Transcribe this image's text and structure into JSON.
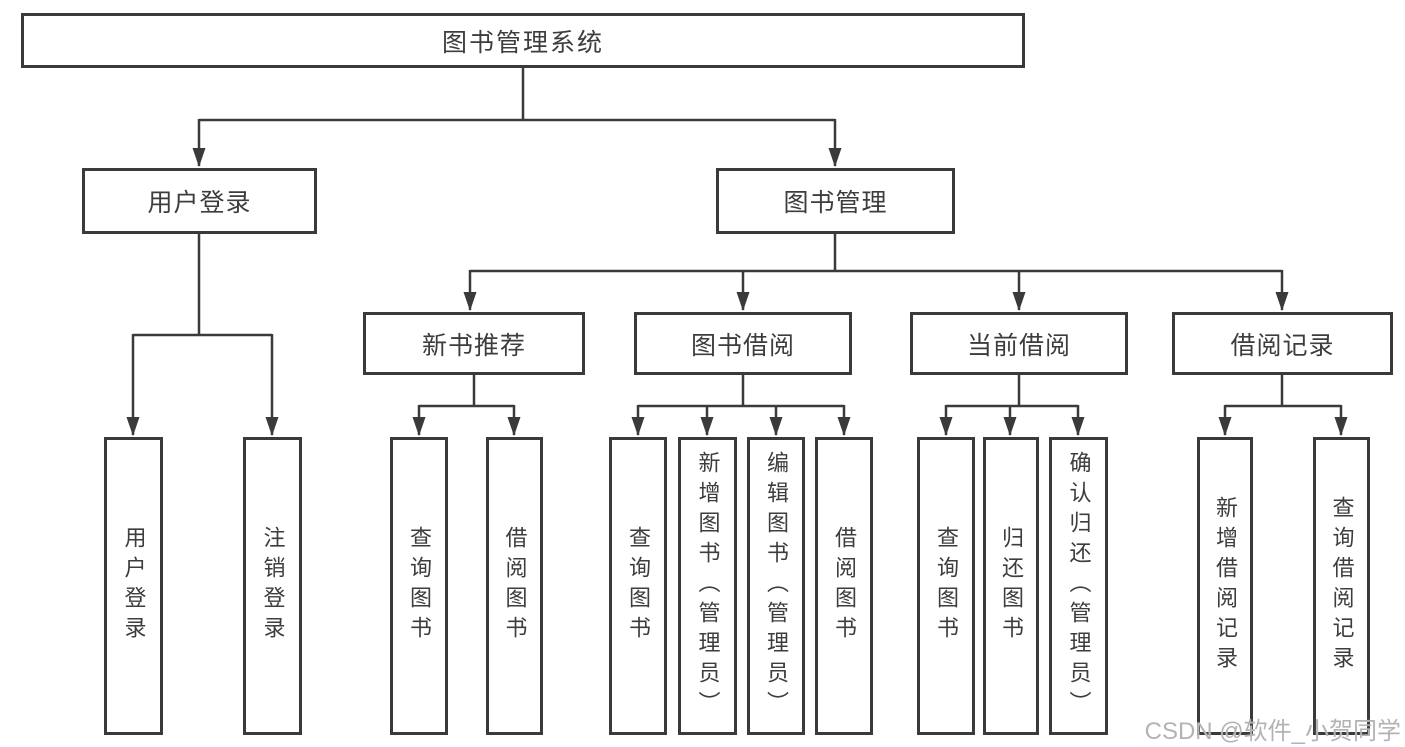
{
  "colors": {
    "line": "#3a3a3a",
    "text": "#3d3d3d",
    "watermark": "#b3b3b6",
    "background": "#ffffff"
  },
  "diagram": {
    "title": "图书管理系统",
    "level1": {
      "user_login": "用户登录",
      "book_mgmt": "图书管理"
    },
    "level2": {
      "new_books": "新书推荐",
      "book_borrow": "图书借阅",
      "current_borrow": "当前借阅",
      "borrow_records": "借阅记录"
    },
    "leaves": {
      "user_login": [
        "用户登录",
        "注销登录"
      ],
      "new_books": [
        "查询图书",
        "借阅图书"
      ],
      "book_borrow": [
        "查询图书",
        "新增图书（管理员）",
        "编辑图书（管理员）",
        "借阅图书"
      ],
      "current_borrow": [
        "查询图书",
        "归还图书",
        "确认归还（管理员）"
      ],
      "borrow_records": [
        "新增借阅记录",
        "查询借阅记录"
      ]
    }
  },
  "watermark": "CSDN @软件_小贺同学"
}
